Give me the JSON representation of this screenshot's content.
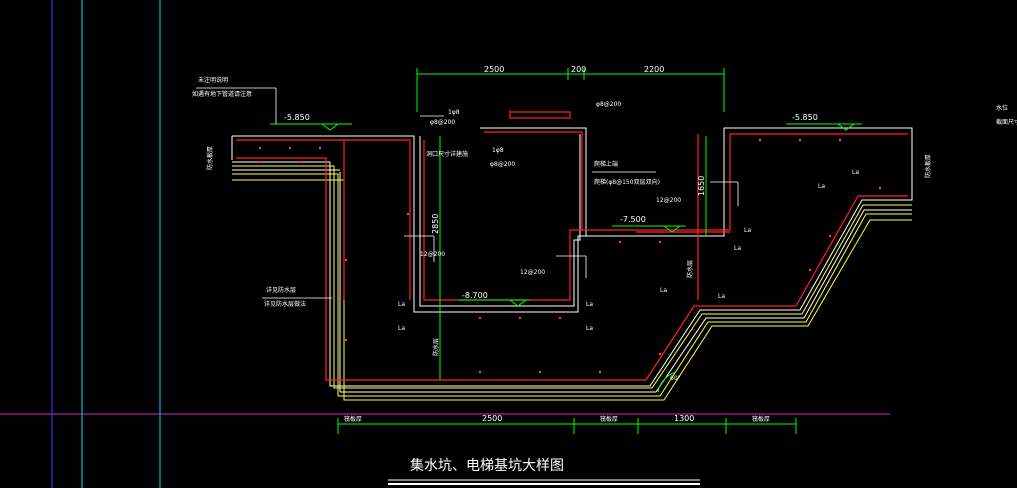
{
  "drawing": {
    "title": "集水坑、电梯基坑大样图",
    "elevations": {
      "left_top": "-5.850",
      "right_top": "-5.850",
      "mid_step": "-7.500",
      "pit_bottom": "-8.700"
    },
    "top_dims": [
      "2500",
      "200",
      "2200"
    ],
    "bottom_dims": [
      "2500",
      "1300"
    ],
    "bottom_dim_notes": [
      "筏板厚",
      "筏板厚",
      "筏板厚"
    ],
    "vertical_dims": [
      "2850",
      "1650"
    ],
    "rebar_labels": {
      "upper_spacing": "φ8@200",
      "mid_spacing": "φ8@200",
      "right_top_spacing": "φ8@200",
      "left_wall": "12@200",
      "right_wall": "12@200",
      "step_wall": "12@200",
      "tag_1": "1φ8",
      "tag_2": "1φ8"
    },
    "lap_label": "La",
    "angle": "60°",
    "notes": {
      "top_left_a": "未注明说明",
      "top_left_b": "如遇有地下管道请注意",
      "wall_side": "防水板厚",
      "right_side": "防水板厚",
      "opening": "洞口尺寸详建施",
      "ladder": "爬梯上端",
      "ladder_detail": "爬梯(φ8@150双层双向)",
      "waterproof_a": "详见防水层",
      "waterproof_b": "详见防水层做法",
      "bottom_note": "防水层",
      "slope_note": "防水层",
      "right_edge_a": "水位",
      "right_edge_b": "截面尺寸"
    }
  },
  "colors": {
    "background": "#000000",
    "concrete": "#ffffff",
    "rebar": "#ff2020",
    "waterproof": "#ffff40",
    "dimension": "#00ff00",
    "grid_cyan": "#00e0ff",
    "grid_magenta": "#cc30cc",
    "note_text": "#ffffff",
    "leader": "#ffff40",
    "rebar_tag": "#ff4040"
  }
}
